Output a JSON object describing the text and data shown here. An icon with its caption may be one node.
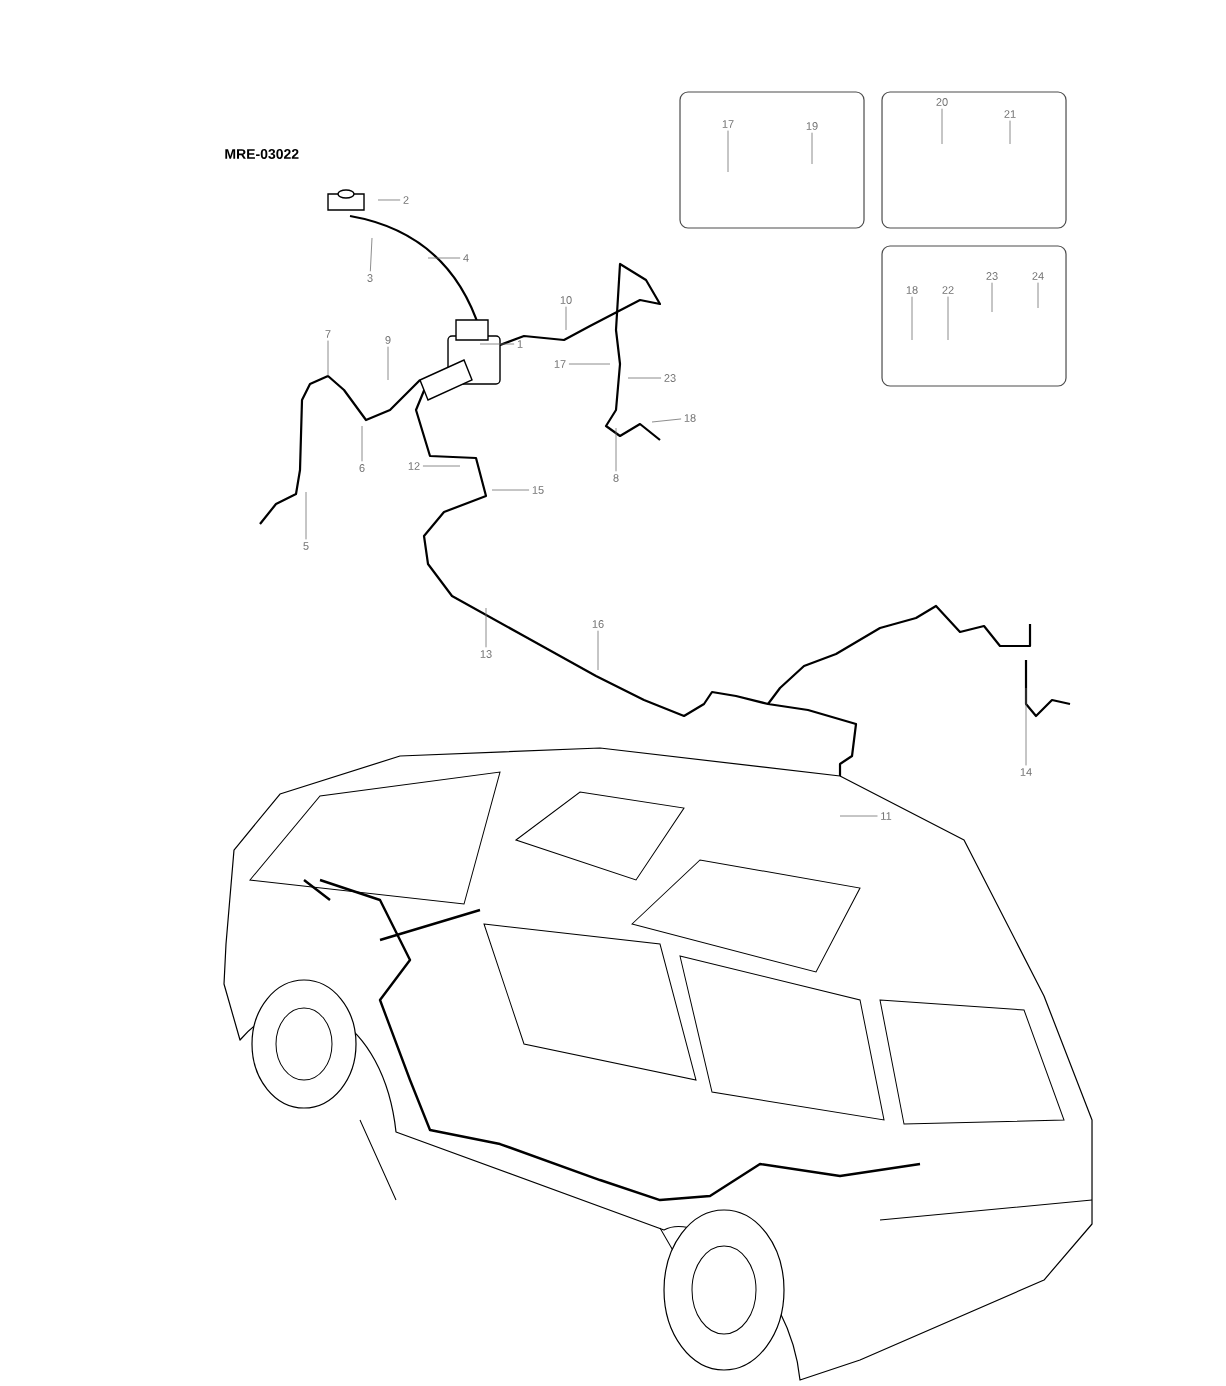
{
  "diagram": {
    "nodes": [
      {
        "text": [
          "2"
        ]
      },
      {
        "text": [
          "3"
        ]
      },
      {
        "text": [
          "4"
        ]
      },
      {
        "text": [
          "10"
        ]
      },
      {
        "text": [
          "1"
        ]
      },
      {
        "text": [
          "7"
        ]
      },
      {
        "text": [
          "9"
        ]
      },
      {
        "text": [
          "17"
        ]
      },
      {
        "text": [
          "23"
        ]
      },
      {
        "text": [
          "18"
        ]
      },
      {
        "text": [
          "6"
        ]
      },
      {
        "text": [
          "12"
        ]
      },
      {
        "text": [
          "8"
        ]
      },
      {
        "text": [
          "15"
        ]
      },
      {
        "text": [
          "5"
        ]
      },
      {
        "text": [
          "16"
        ]
      },
      {
        "text": [
          "13"
        ]
      },
      {
        "text": [
          "14"
        ]
      },
      {
        "text": [
          "11"
        ]
      },
      {
        "text": [],
        "shape": "box"
      },
      {
        "text": [
          "17"
        ],
        "in": 19
      },
      {
        "text": [
          "19"
        ],
        "in": 19
      },
      {
        "text": [],
        "shape": "box"
      },
      {
        "text": [
          "20"
        ],
        "in": 22
      },
      {
        "text": [
          "21"
        ],
        "in": 22
      },
      {
        "text": [],
        "shape": "box"
      },
      {
        "text": [
          "18"
        ],
        "in": 25
      },
      {
        "text": [
          "22"
        ],
        "in": 25
      },
      {
        "text": [
          "23"
        ],
        "in": 25
      },
      {
        "text": [
          "24"
        ],
        "in": 25
      }
    ],
    "edges": [
      {
        "from": 0,
        "to": null,
        "arrow": "none"
      },
      {
        "from": 1,
        "to": null,
        "arrow": "none"
      },
      {
        "from": 2,
        "to": null,
        "arrow": "none"
      },
      {
        "from": 3,
        "to": null,
        "arrow": "none"
      },
      {
        "from": 4,
        "to": null,
        "arrow": "none"
      },
      {
        "from": 5,
        "to": null,
        "arrow": "none"
      },
      {
        "from": 6,
        "to": null,
        "arrow": "none"
      },
      {
        "from": 7,
        "to": null,
        "arrow": "none"
      },
      {
        "from": 8,
        "to": null,
        "arrow": "none"
      },
      {
        "from": 9,
        "to": null,
        "arrow": "none"
      },
      {
        "from": 10,
        "to": null,
        "arrow": "none"
      },
      {
        "from": 11,
        "to": null,
        "arrow": "none"
      },
      {
        "from": 12,
        "to": null,
        "arrow": "none"
      },
      {
        "from": 13,
        "to": null,
        "arrow": "none"
      },
      {
        "from": 14,
        "to": null,
        "arrow": "none"
      },
      {
        "from": 15,
        "to": null,
        "arrow": "none"
      },
      {
        "from": 16,
        "to": null,
        "arrow": "none"
      },
      {
        "from": 17,
        "to": null,
        "arrow": "none"
      },
      {
        "from": 18,
        "to": null,
        "arrow": "none"
      },
      {
        "from": 20,
        "to": null,
        "arrow": "none"
      },
      {
        "from": 21,
        "to": null,
        "arrow": "none"
      },
      {
        "from": 23,
        "to": null,
        "arrow": "none"
      },
      {
        "from": 24,
        "to": null,
        "arrow": "none"
      },
      {
        "from": 26,
        "to": null,
        "arrow": "none"
      },
      {
        "from": 27,
        "to": null,
        "arrow": "none"
      },
      {
        "from": 28,
        "to": null,
        "arrow": "none"
      },
      {
        "from": 29,
        "to": null,
        "arrow": "none"
      }
    ],
    "labels": [
      "MRE-03022"
    ]
  }
}
